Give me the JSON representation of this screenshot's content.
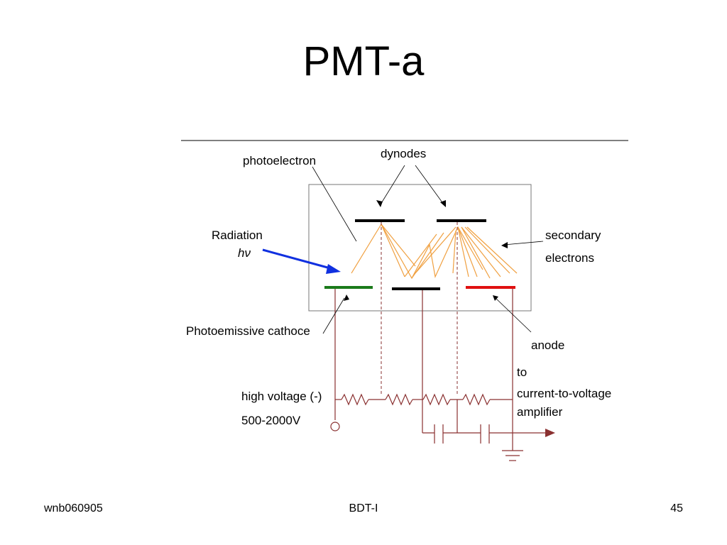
{
  "slide": {
    "title": "PMT-a"
  },
  "diagram": {
    "labels": {
      "photoelectron": "photoelectron",
      "dynodes": "dynodes",
      "radiation": "Radiation",
      "hv": "hν",
      "secondary": "secondary",
      "electrons": "electrons",
      "cathode": "Photoemissive cathoce",
      "anode": "anode",
      "high_voltage": "high voltage (-)",
      "voltage_range": "500-2000V",
      "to": "to",
      "ctv": "current-to-voltage",
      "amplifier": "amplifier"
    },
    "colors": {
      "cathode": "#1a7a1a",
      "anode": "#e01010",
      "dynode": "#000000",
      "radiation_arrow": "#1030e0",
      "electron_path": "#f0a040",
      "circuit": "#8a3030"
    }
  },
  "footer": {
    "left": "wnb060905",
    "center": "BDT-I",
    "right": "45"
  }
}
